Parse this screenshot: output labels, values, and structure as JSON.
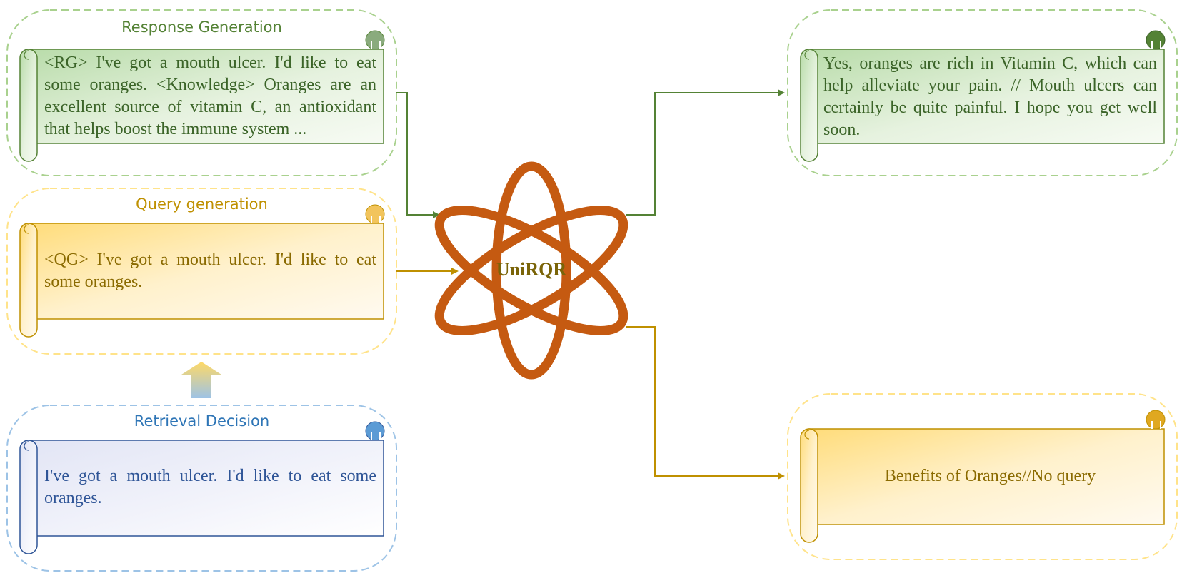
{
  "panels": {
    "response_generation": {
      "title": "Response Generation",
      "text": "<RG> I've got a mouth ulcer. I'd like to eat some oranges. <Knowledge> Oranges are an excellent source of vitamin C, an antioxidant that helps boost the immune system ..."
    },
    "query_generation": {
      "title": "Query generation",
      "text": "<QG> I've got a mouth ulcer. I'd like to eat some oranges."
    },
    "retrieval_decision": {
      "title": "Retrieval Decision",
      "text": "I've got a mouth ulcer. I'd like to eat some oranges."
    },
    "response_output": {
      "text": "Yes, oranges are rich in Vitamin C, which can help alleviate your pain. // Mouth ulcers can certainly be quite painful. I hope you get well soon."
    },
    "query_output": {
      "text": "Benefits of Oranges//No query"
    }
  },
  "center": {
    "label": "UniRQR"
  },
  "colors": {
    "green": "#548235",
    "green_light": "#a9d18e",
    "yellow": "#bf9000",
    "yellow_light": "#ffd966",
    "blue": "#2f5597",
    "blue_light": "#9dc3e6",
    "orange": "#c55a11"
  }
}
